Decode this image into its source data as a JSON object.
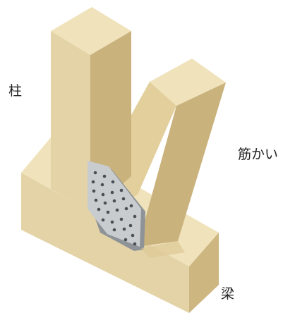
{
  "labels": {
    "post": "柱",
    "brace": "筋かい",
    "beam": "梁"
  },
  "colors": {
    "wood_top": "#f0e2bb",
    "wood_light": "#e4d3a6",
    "wood_mid": "#ddc995",
    "wood_shade": "#c9b27c",
    "plate": "#c8cccf",
    "plate_dark": "#8e9398",
    "bolt": "#4a4f55",
    "text": "#222222"
  },
  "icons": {
    "plate": "brace-connector-plate-icon"
  }
}
